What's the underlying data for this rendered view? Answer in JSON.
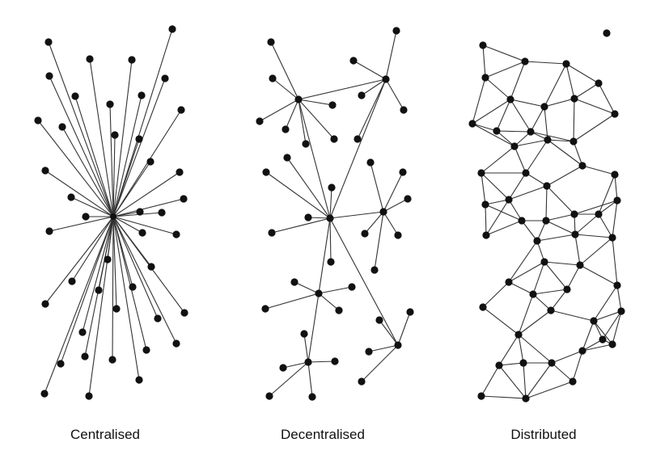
{
  "captions": {
    "centralised": "Centralised",
    "decentralised": "Decentralised",
    "distributed": "Distributed"
  },
  "colors": {
    "node": "#111111",
    "edge": "#333333",
    "background": "#ffffff"
  }
}
